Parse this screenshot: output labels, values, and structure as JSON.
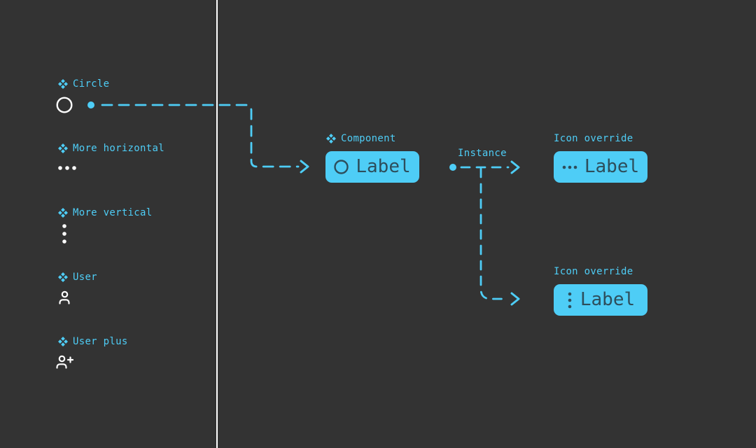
{
  "colors": {
    "background": "#333333",
    "accent": "#4ECDF6",
    "icon_white": "#FFFFFF",
    "button_text": "#2D4E5C"
  },
  "palette": {
    "items": [
      {
        "label": "Circle",
        "icon": "circle-icon"
      },
      {
        "label": "More horizontal",
        "icon": "more-horizontal-icon"
      },
      {
        "label": "More vertical",
        "icon": "more-vertical-icon"
      },
      {
        "label": "User",
        "icon": "user-icon"
      },
      {
        "label": "User plus",
        "icon": "user-plus-icon"
      }
    ]
  },
  "component": {
    "label": "Component",
    "button_text": "Label",
    "icon": "circle-icon"
  },
  "instance": {
    "label": "Instance"
  },
  "overrides": [
    {
      "label": "Icon override",
      "button_text": "Label",
      "icon": "more-horizontal-icon"
    },
    {
      "label": "Icon override",
      "button_text": "Label",
      "icon": "more-vertical-icon"
    }
  ]
}
